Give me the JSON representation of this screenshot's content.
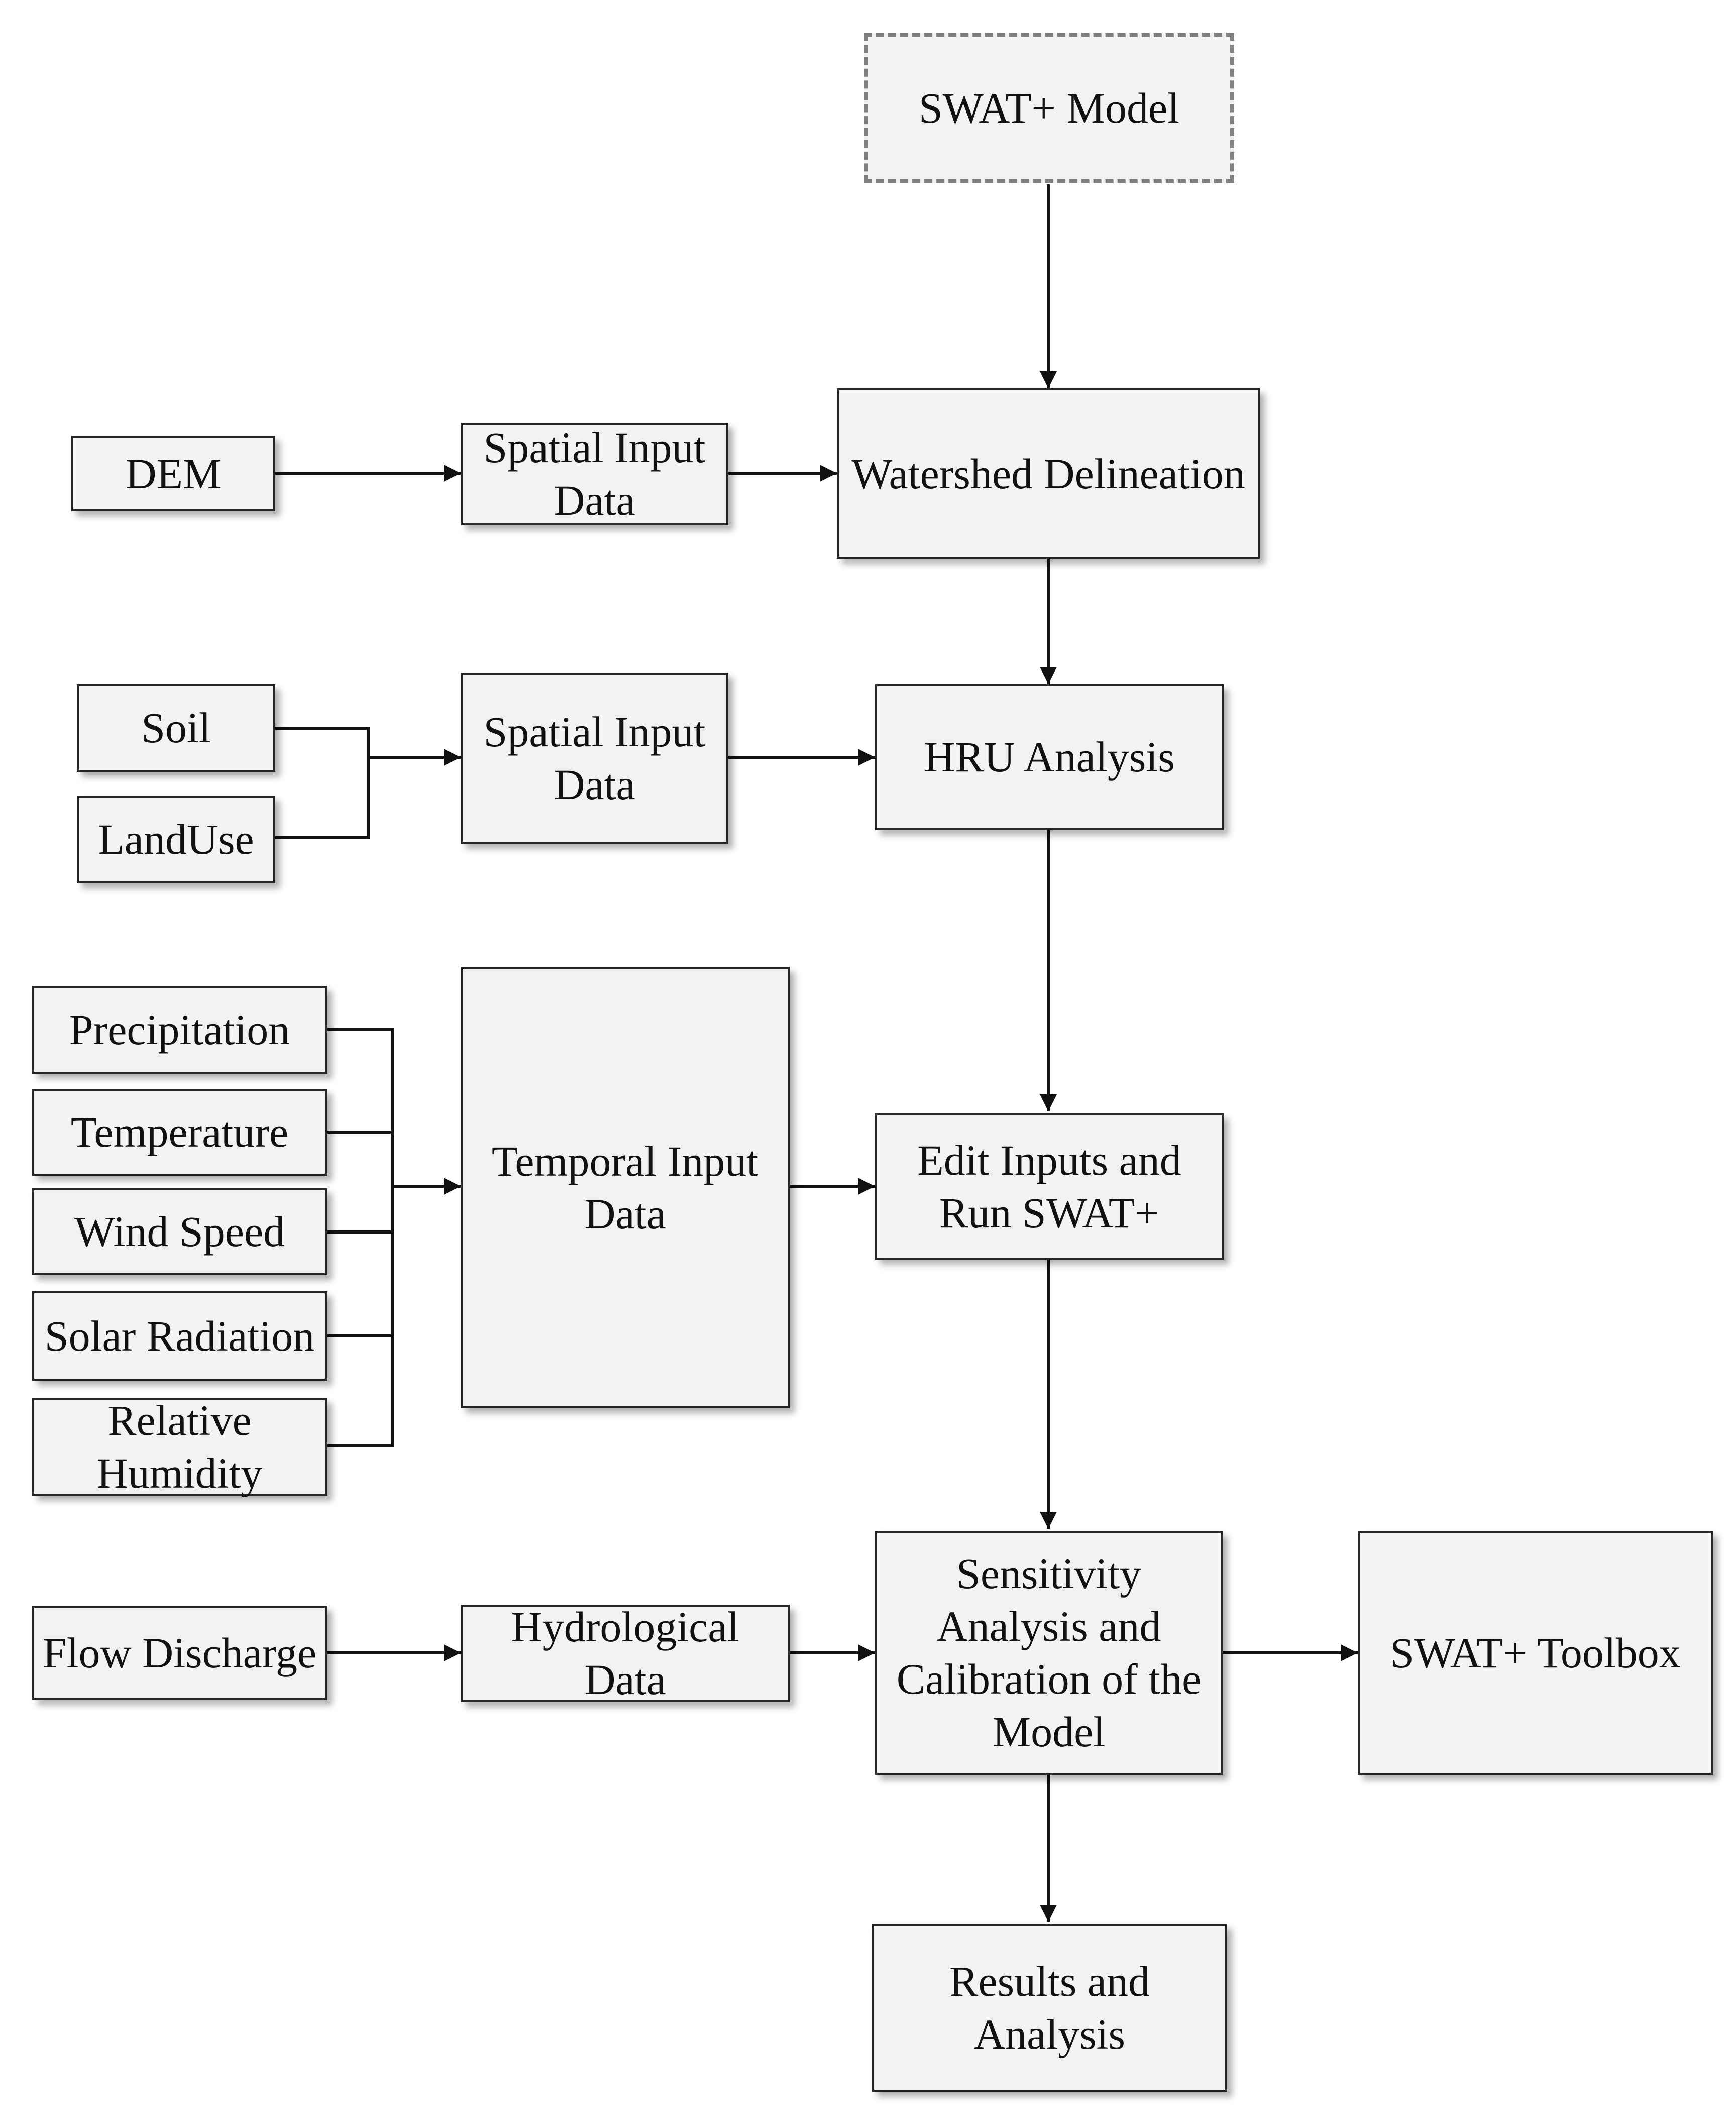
{
  "nodes": {
    "swat_model": "SWAT+ Model",
    "dem": "DEM",
    "spatial_input_1": "Spatial Input\nData",
    "watershed_delineation": "Watershed Delineation",
    "soil": "Soil",
    "landuse": "LandUse",
    "spatial_input_2": "Spatial Input\nData",
    "hru_analysis": "HRU Analysis",
    "precipitation": "Precipitation",
    "temperature": "Temperature",
    "wind_speed": "Wind Speed",
    "solar_radiation": "Solar Radiation",
    "relative_humidity": "Relative\nHumidity",
    "temporal_input": "Temporal Input\nData",
    "edit_inputs": "Edit Inputs and\nRun SWAT+",
    "flow_discharge": "Flow Discharge",
    "hydrological_data": "Hydrological\nData",
    "sensitivity": "Sensitivity\nAnalysis and\nCalibration of the\nModel",
    "swat_toolbox": "SWAT+ Toolbox",
    "results": "Results and\nAnalysis"
  },
  "colors": {
    "node_fill": "#f2f2f2",
    "node_border": "#262626",
    "dashed_border": "#7f7f7f",
    "edge": "#111111"
  }
}
